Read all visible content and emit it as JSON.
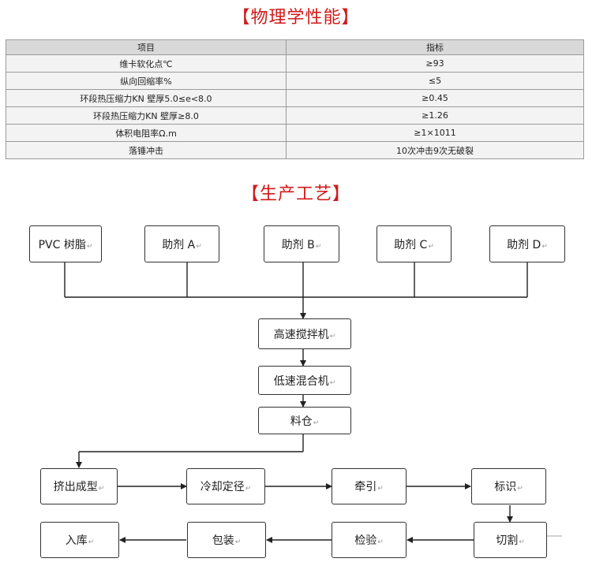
{
  "properties": {
    "title": "【物理学性能】",
    "headers": [
      "项目",
      "指标"
    ],
    "rows": [
      [
        "维卡软化点℃",
        "≥93"
      ],
      [
        "纵向回缩率%",
        "≤5"
      ],
      [
        "环段热压缩力KN 壁厚5.0≤e<8.0",
        "≥0.45"
      ],
      [
        "环段热压缩力KN 壁厚≥8.0",
        "≥1.26"
      ],
      [
        "体积电阻率Ω.m",
        "≥1×1011"
      ],
      [
        "落锤冲击",
        "10次冲击9次无破裂"
      ]
    ]
  },
  "process": {
    "title": "【生产工艺】",
    "inputs": [
      "PVC 树脂",
      "助剂 A",
      "助剂 B",
      "助剂 C",
      "助剂 D"
    ],
    "mixer_high": "高速搅拌机",
    "mixer_low": "低速混合机",
    "silo": "料仓",
    "row1": [
      "挤出成型",
      "冷却定径",
      "牵引",
      "标识"
    ],
    "row2": [
      "入库",
      "包装",
      "检验",
      "切割"
    ],
    "para_mark": "↵"
  }
}
